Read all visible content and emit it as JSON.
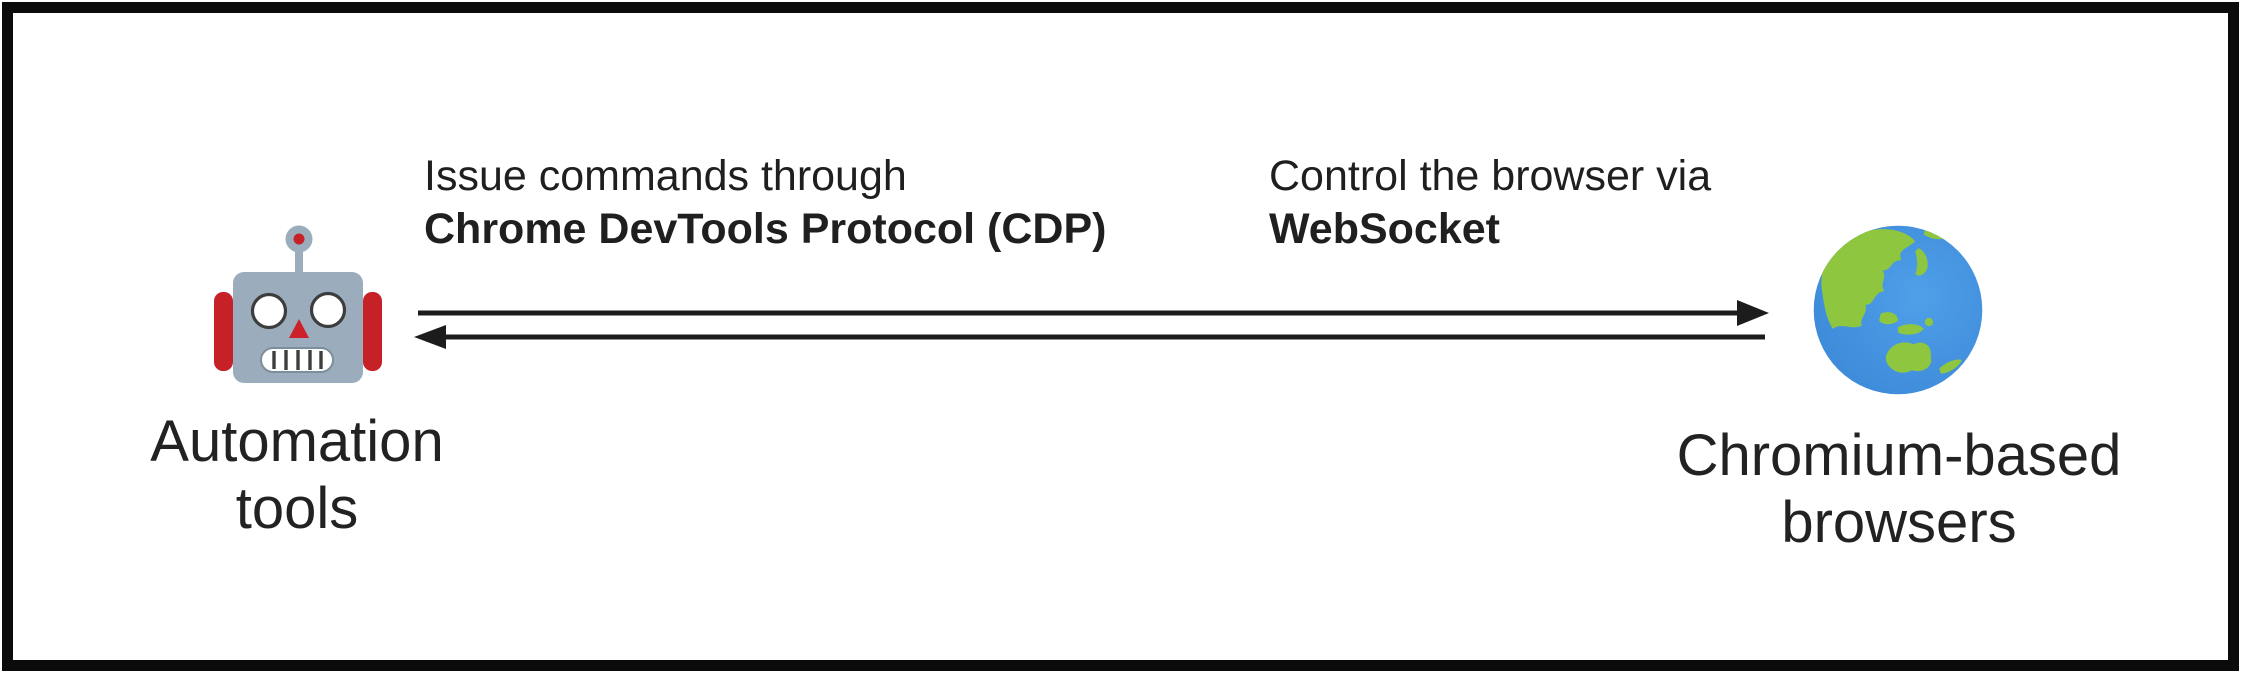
{
  "diagram": {
    "type": "bidirectional-communication",
    "nodes": {
      "left": {
        "icon": "robot-face",
        "label_line1": "Automation",
        "label_line2": "tools"
      },
      "right": {
        "icon": "globe-asia-australia",
        "label_line1": "Chromium-based",
        "label_line2": "browsers"
      }
    },
    "connections": {
      "request": {
        "direction": "left-to-right",
        "line1": "Issue commands through",
        "line2_bold": "Chrome DevTools Protocol (CDP)"
      },
      "response": {
        "direction": "right-to-left",
        "line1": "Control the browser via",
        "line2_bold": "WebSocket"
      }
    }
  },
  "colors": {
    "text": "#1f1f1f",
    "arrow": "#1c1c1c",
    "border": "#0b0b0b",
    "robot_body": "#9badbc",
    "robot_accent_red": "#c62127",
    "eye_outline": "#3d3d3d",
    "globe_ocean": "#4493e2",
    "globe_land": "#8ec63f"
  }
}
